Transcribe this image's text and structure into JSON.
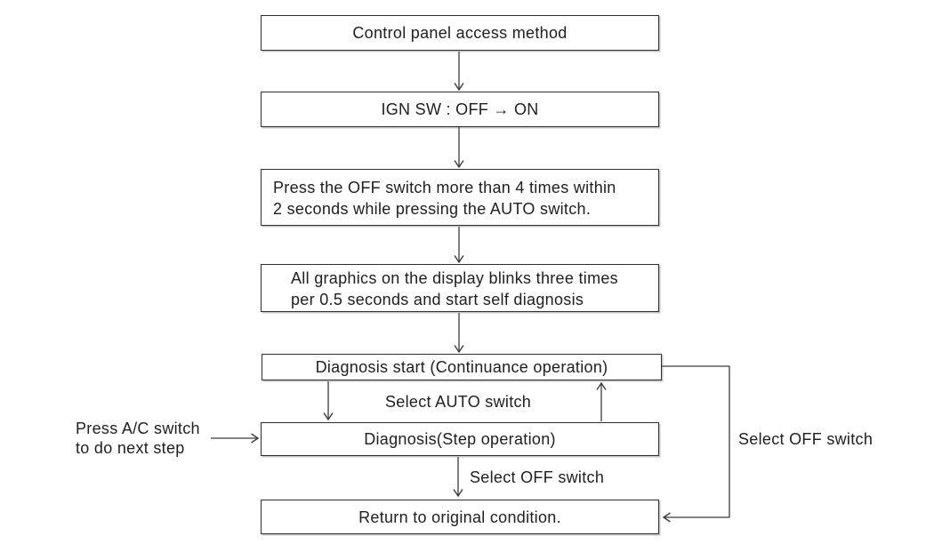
{
  "diagram": {
    "background": "#ffffff",
    "line_color": "#3c3c3c",
    "text_color": "#202020",
    "box_fill": "#ffffff",
    "box_border": "#2e2e2e",
    "nodes": [
      {
        "id": "control-panel-access-method",
        "lines": [
          "Control panel access method"
        ]
      },
      {
        "id": "ign-sw-off-on",
        "lines": [
          "IGN SW : OFF → ON"
        ]
      },
      {
        "id": "press-off-switch",
        "lines": [
          "Press the OFF switch more than 4 times within",
          "2 seconds while pressing the AUTO switch."
        ]
      },
      {
        "id": "graphics-blink-self-diagnosis",
        "lines": [
          "All graphics on the display blinks three times",
          "per 0.5 seconds and start self diagnosis"
        ]
      },
      {
        "id": "diagnosis-start-continuance",
        "lines": [
          "Diagnosis start (Continuance operation)"
        ]
      },
      {
        "id": "diagnosis-step-operation",
        "lines": [
          "Diagnosis(Step operation)"
        ]
      },
      {
        "id": "return-to-original-condition",
        "lines": [
          "Return to original condition."
        ]
      }
    ],
    "edge_labels": {
      "select_auto_switch": "Select AUTO switch",
      "select_off_switch_mid": "Select OFF switch",
      "select_off_switch_right": "Select OFF switch",
      "press_ac_switch": [
        "Press A/C switch",
        "to do next step"
      ]
    }
  }
}
